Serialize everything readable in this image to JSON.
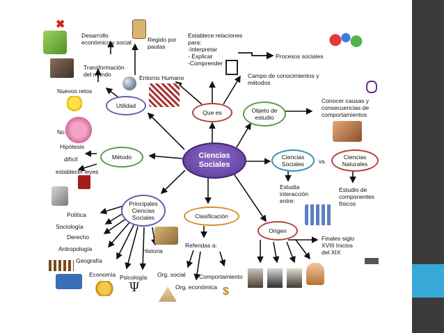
{
  "center": {
    "title_l1": "Ciencias",
    "title_l2": "Sociales"
  },
  "nodes": {
    "utilidad": "Utilidad",
    "quees": "Que es",
    "objeto": {
      "l1": "Objeto de",
      "l2": "estudio"
    },
    "metodo": "Método",
    "ciencias_sociales": {
      "l1": "Ciencias",
      "l2": "Sociales"
    },
    "vs": "vs.",
    "ciencias_naturales": {
      "l1": "Ciencias",
      "l2": "Naturales"
    },
    "principales": {
      "l1": "Principales",
      "l2": "Ciencias",
      "l3": "Sociales"
    },
    "clasificacion": "Clasificación",
    "origen": "Origen"
  },
  "texts": {
    "desarrollo": {
      "l1": "Desarrollo",
      "l2": "económico y social"
    },
    "regido": {
      "l1": "Regido por",
      "l2": "pautas"
    },
    "establece": {
      "l1": "Establece relaciones",
      "l2": "para:",
      "l3": "-Interpretar",
      "l4": "- Explicar",
      "l5": "-Comprender"
    },
    "procesos": "Procesos sociales",
    "campo": {
      "l1": "Campo de conocimientos y",
      "l2": "métodos"
    },
    "transformacion": {
      "l1": "Transformación",
      "l2": "del mundo"
    },
    "entorno": "Entorno Humano",
    "nuevos": "Nuevos retos",
    "conocer": {
      "l1": "Conocer causas y",
      "l2": "consecuencias de",
      "l3": "comportamientos"
    },
    "no": "No",
    "hipotesis": "Hipótesis",
    "dificil": "difícil",
    "establecer": "establecer leyes",
    "estudia": {
      "l1": "Estudia",
      "l2": "interacción",
      "l3": "entre:"
    },
    "estudio_comp": {
      "l1": "Estudio de",
      "l2": "componentes",
      "l3": "físicos"
    },
    "politica": "Política",
    "sociologia": "Sociología",
    "derecho": "Derecho",
    "antropologia": "Antropología",
    "geografia": "Geografía",
    "economia": "Economía",
    "psicologia": "Psicología",
    "historia": "Historia",
    "referidas": "Referidas a:",
    "org_social": "Org. social",
    "comportamiento": "Comportamiento",
    "org_economica": "Org. económica",
    "finales": {
      "l1": "Finales siglo",
      "l2": "XVIII Inicios",
      "l3": "del XIX"
    }
  },
  "colors": {
    "sidebar": "#3b3b3b",
    "accent": "#36a9d6",
    "center_fill": "#6b46a6",
    "arrow": "#111111"
  }
}
